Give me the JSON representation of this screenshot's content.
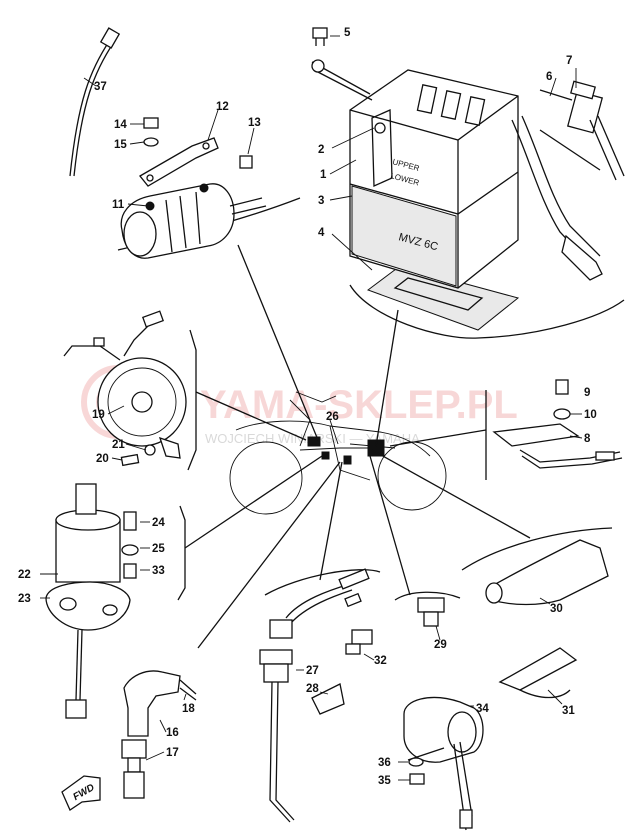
{
  "diagram": {
    "callouts": [
      "1",
      "2",
      "3",
      "4",
      "5",
      "6",
      "7",
      "8",
      "9",
      "10",
      "11",
      "12",
      "13",
      "14",
      "15",
      "16",
      "17",
      "18",
      "19",
      "20",
      "21",
      "22",
      "23",
      "24",
      "25",
      "26",
      "27",
      "28",
      "29",
      "30",
      "31",
      "32",
      "33",
      "34",
      "35",
      "36",
      "37"
    ],
    "battery_labels": {
      "upper": "UPPER",
      "lower": "LOWER",
      "model": "MVZ 6C"
    },
    "fwd_marker": "FWD",
    "watermark": {
      "main": "YAMA-SKLEP.PL",
      "sub": "WOJCIECH WINIARSKI — YAMAHA"
    }
  }
}
